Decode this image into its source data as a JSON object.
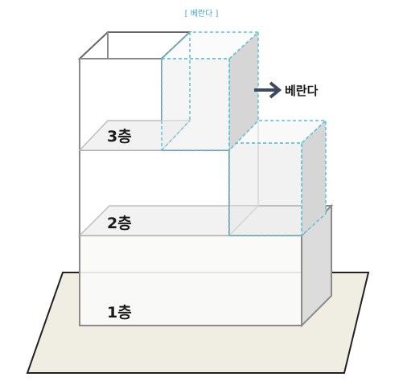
{
  "caption": "[ 베란다 ]",
  "labels": {
    "veranda": "베란다",
    "floor3": "3층",
    "floor2": "2층",
    "floor1": "1층"
  },
  "colors": {
    "ground": "#f0ede3",
    "veranda_outline": "#5bc0d4",
    "arrow": "#3b4a5c",
    "building_outline": "#777777"
  }
}
